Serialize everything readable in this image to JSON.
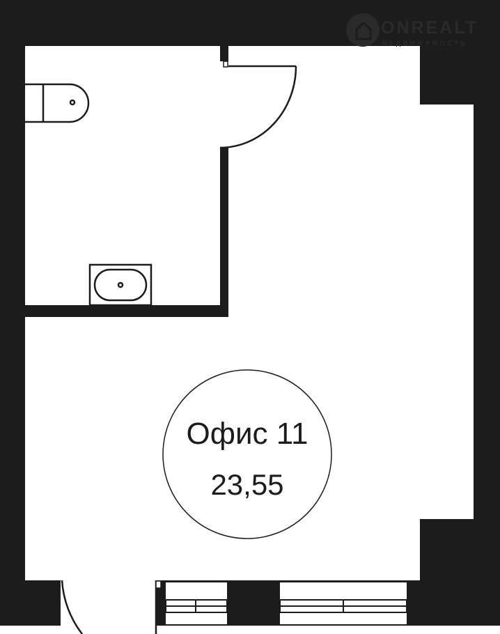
{
  "logo": {
    "name": "ONREALT",
    "tagline": "НЕДВИЖИМОСТЬ"
  },
  "room": {
    "name": "Офис 11",
    "area": "23,55"
  },
  "colors": {
    "wall": "#1c1c1c",
    "floor": "#ffffff",
    "line": "#1c1c1c",
    "logo": "#2a2a2a"
  }
}
